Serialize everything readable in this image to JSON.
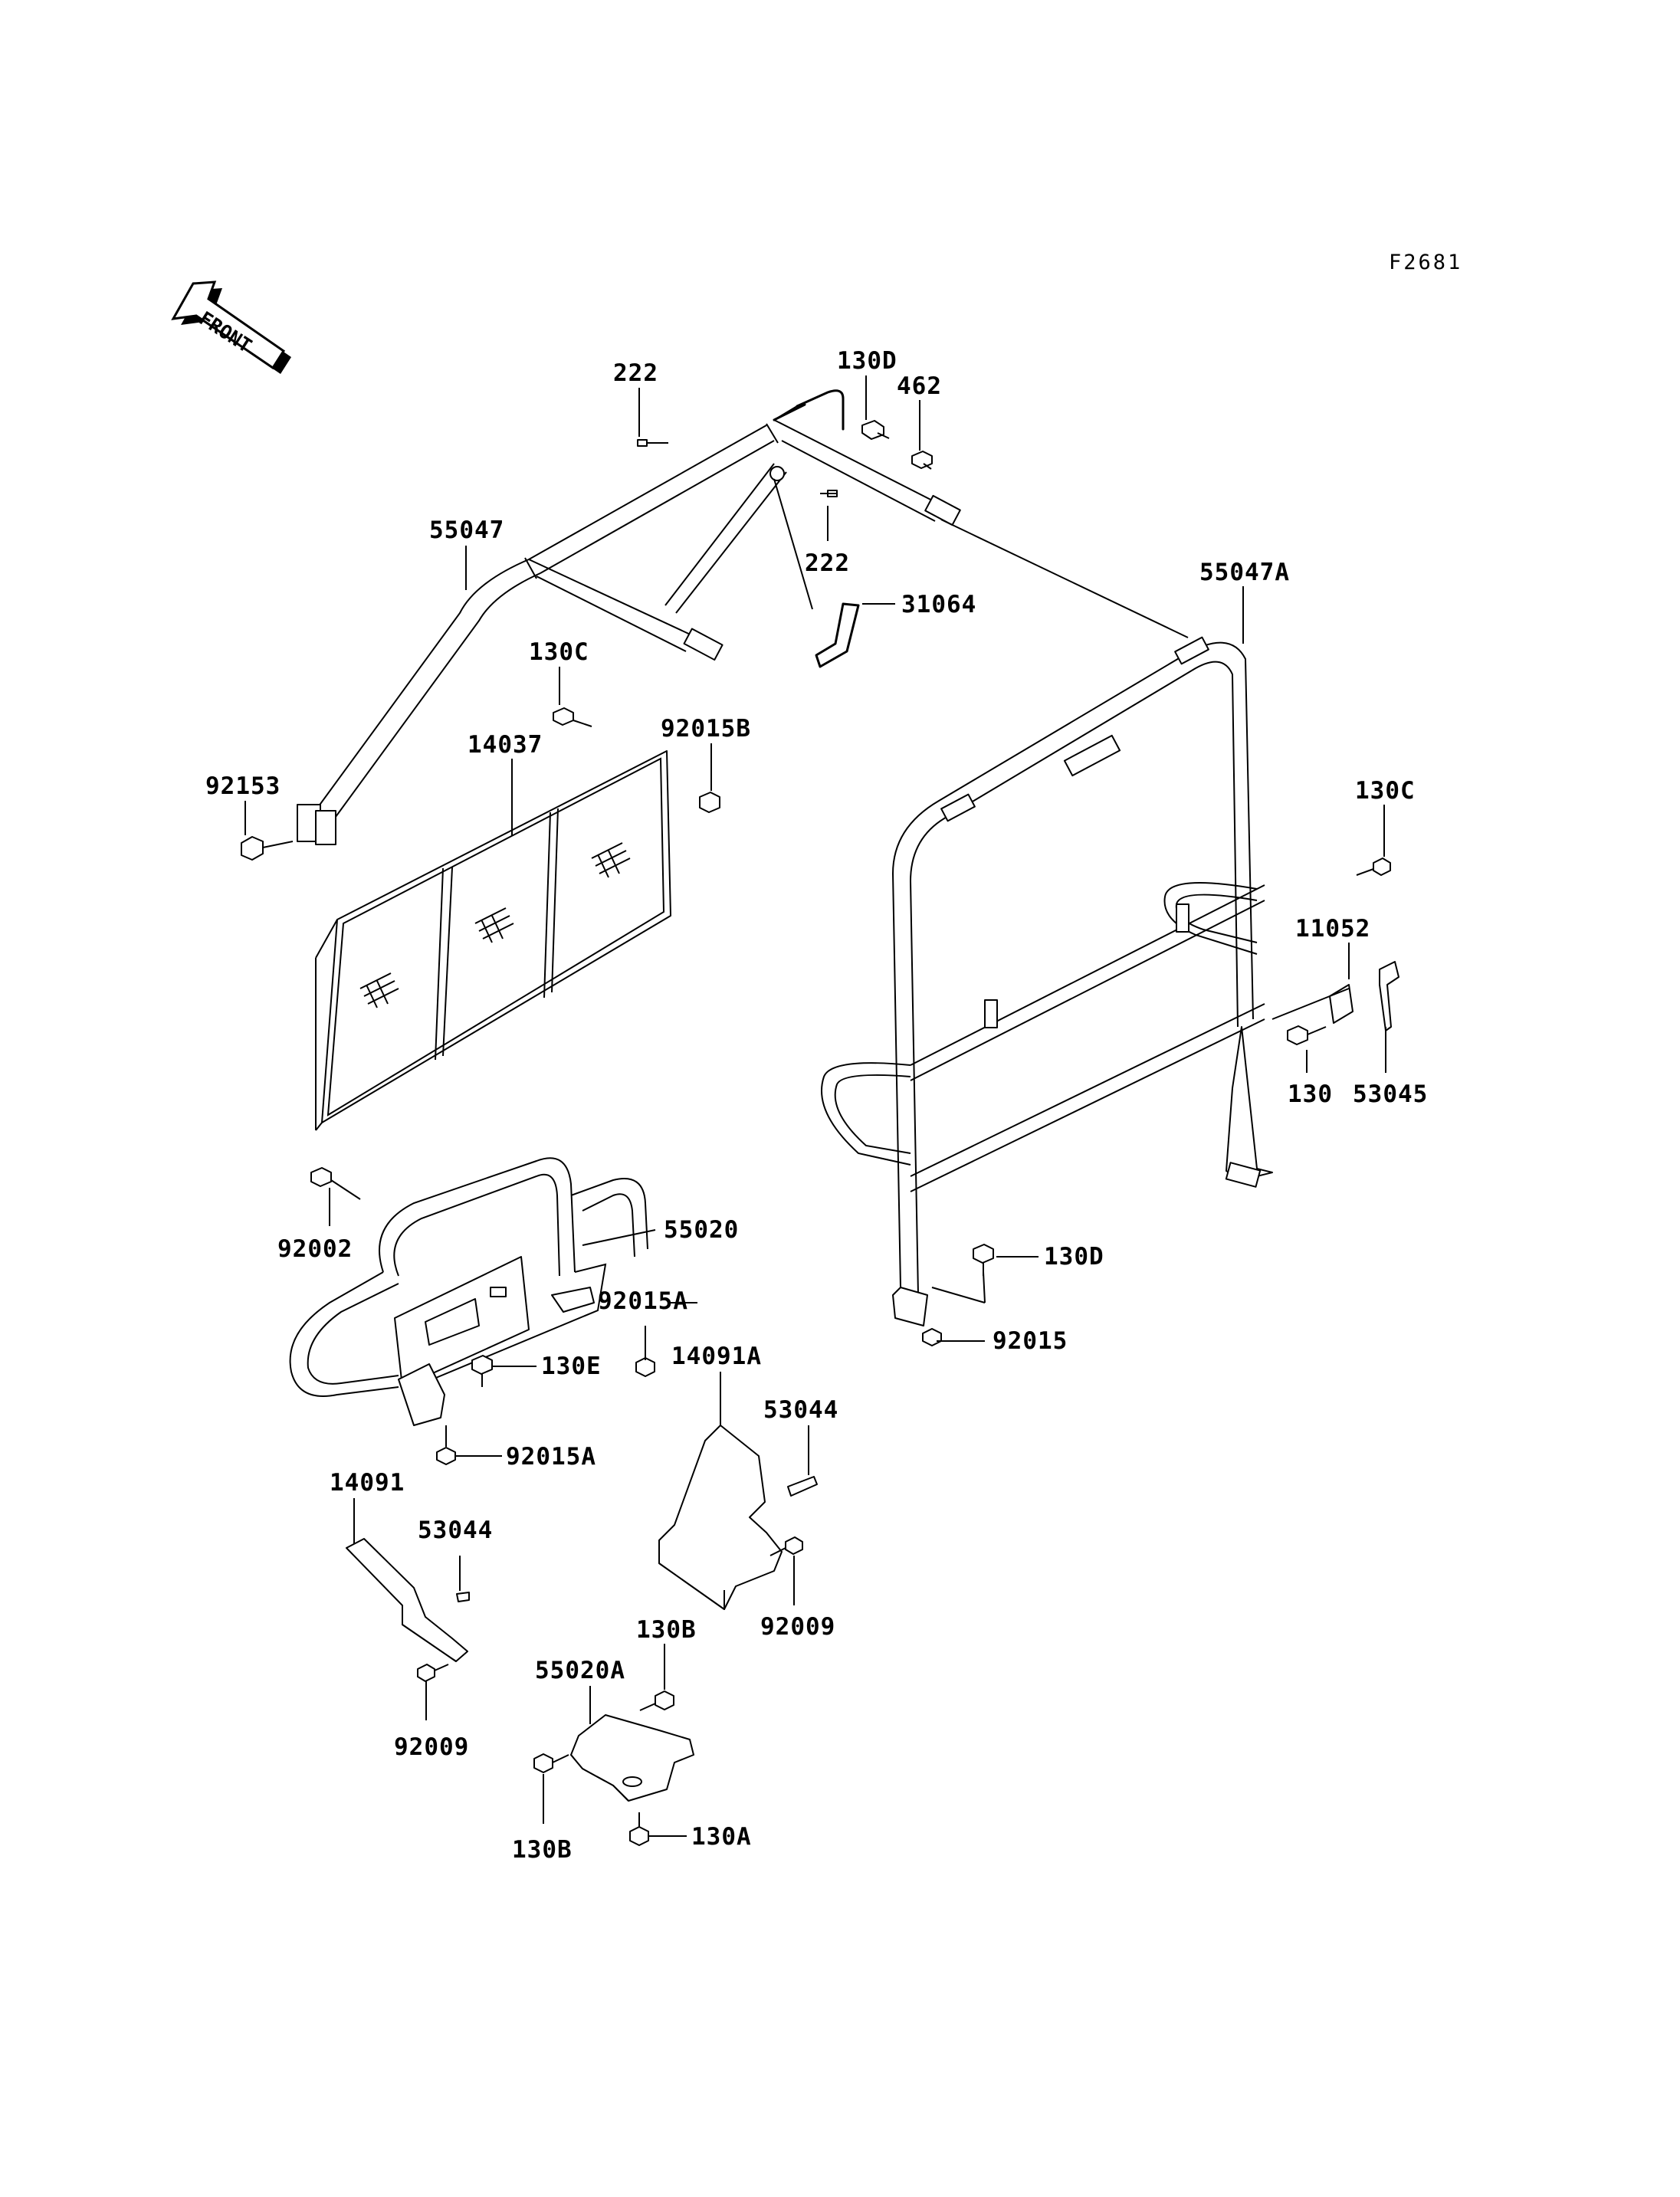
{
  "figure_code": "F2681",
  "front_arrow_label": "FRONT",
  "parts": [
    {
      "id": "222-top",
      "label": "222"
    },
    {
      "id": "130D-top",
      "label": "130D"
    },
    {
      "id": "462",
      "label": "462"
    },
    {
      "id": "55047",
      "label": "55047"
    },
    {
      "id": "222-mid",
      "label": "222"
    },
    {
      "id": "31064",
      "label": "31064"
    },
    {
      "id": "55047A",
      "label": "55047A"
    },
    {
      "id": "130C-left",
      "label": "130C"
    },
    {
      "id": "92015B",
      "label": "92015B"
    },
    {
      "id": "14037",
      "label": "14037"
    },
    {
      "id": "92153",
      "label": "92153"
    },
    {
      "id": "130C-right",
      "label": "130C"
    },
    {
      "id": "11052",
      "label": "11052"
    },
    {
      "id": "130",
      "label": "130"
    },
    {
      "id": "53045",
      "label": "53045"
    },
    {
      "id": "92002",
      "label": "92002"
    },
    {
      "id": "55020",
      "label": "55020"
    },
    {
      "id": "92015A-upper",
      "label": "92015A"
    },
    {
      "id": "130D-lower",
      "label": "130D"
    },
    {
      "id": "130E",
      "label": "130E"
    },
    {
      "id": "92015",
      "label": "92015"
    },
    {
      "id": "14091A",
      "label": "14091A"
    },
    {
      "id": "53044-right",
      "label": "53044"
    },
    {
      "id": "92015A-lower",
      "label": "92015A"
    },
    {
      "id": "14091",
      "label": "14091"
    },
    {
      "id": "53044-left",
      "label": "53044"
    },
    {
      "id": "92009-right",
      "label": "92009"
    },
    {
      "id": "130B-upper",
      "label": "130B"
    },
    {
      "id": "55020A",
      "label": "55020A"
    },
    {
      "id": "92009-left",
      "label": "92009"
    },
    {
      "id": "130B-lower",
      "label": "130B"
    },
    {
      "id": "130A",
      "label": "130A"
    }
  ]
}
